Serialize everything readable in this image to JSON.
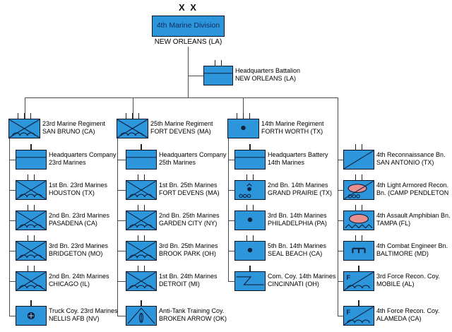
{
  "division": {
    "echelon_marker": "X X",
    "name": "4th Marine Division",
    "location": "NEW ORLEANS (LA)"
  },
  "hq_battalion": {
    "line1": "Headquarters Battalion",
    "line2": "NEW ORLEANS (LA)",
    "symbol": "headquarters",
    "ticks": 2
  },
  "columns": [
    {
      "name": "23rd-marine-regiment",
      "units": [
        {
          "row": 0,
          "ticks": 3,
          "symbol": "infantry-amphibious",
          "line1": "23rd Marine Regiment",
          "line2": "SAN BRUNO (CA)"
        },
        {
          "row": 1,
          "ticks": 1,
          "symbol": "headquarters",
          "line1": "Headquarters Company",
          "line2": "23rd Marines"
        },
        {
          "row": 2,
          "ticks": 2,
          "symbol": "infantry-amphibious",
          "line1": "1st Bn. 23rd Marines",
          "line2": "HOUSTON (TX)"
        },
        {
          "row": 3,
          "ticks": 2,
          "symbol": "infantry-amphibious",
          "line1": "2nd Bn. 23rd Marines",
          "line2": "PASADENA (CA)"
        },
        {
          "row": 4,
          "ticks": 2,
          "symbol": "infantry-amphibious",
          "line1": "3rd Bn. 23rd Marines",
          "line2": "BRIDGETON (MO)"
        },
        {
          "row": 5,
          "ticks": 2,
          "symbol": "infantry-amphibious",
          "line1": "2nd Bn. 24th Marines",
          "line2": "CHICAGO (IL)"
        },
        {
          "row": 6,
          "ticks": 1,
          "symbol": "truck",
          "line1": "Truck Coy. 23rd Marines",
          "line2": "NELLIS AFB (NV)"
        }
      ]
    },
    {
      "name": "25th-marine-regiment",
      "units": [
        {
          "row": 0,
          "ticks": 3,
          "symbol": "infantry-amphibious",
          "line1": "25th Marine Regiment",
          "line2": "FORT DEVENS (MA)"
        },
        {
          "row": 1,
          "ticks": 1,
          "symbol": "headquarters",
          "line1": "Headquarters Company",
          "line2": "25th Marines"
        },
        {
          "row": 2,
          "ticks": 2,
          "symbol": "infantry-amphibious",
          "line1": "1st Bn. 25th Marines",
          "line2": "FORT DEVENS (MA)"
        },
        {
          "row": 3,
          "ticks": 2,
          "symbol": "infantry-amphibious",
          "line1": "2nd Bn. 25th Marines",
          "line2": "GARDEN CITY (NY)"
        },
        {
          "row": 4,
          "ticks": 2,
          "symbol": "infantry-amphibious",
          "line1": "3rd Bn. 25th Marines",
          "line2": "BROOK PARK (OH)"
        },
        {
          "row": 5,
          "ticks": 2,
          "symbol": "infantry-amphibious",
          "line1": "1st Bn. 24th Marines",
          "line2": "DETROIT (MI)"
        },
        {
          "row": 6,
          "ticks": 1,
          "symbol": "anti-tank",
          "line1": "Anti-Tank Training Coy.",
          "line2": "BROKEN ARROW (OK)"
        }
      ]
    },
    {
      "name": "14th-marine-regiment",
      "units": [
        {
          "row": 0,
          "ticks": 3,
          "symbol": "artillery",
          "line1": "14th Marine Regiment",
          "line2": "FORTH WORTH (TX)"
        },
        {
          "row": 1,
          "ticks": 1,
          "symbol": "headquarters",
          "line1": "Headquarters Battery",
          "line2": "14th Marines"
        },
        {
          "row": 2,
          "ticks": 2,
          "symbol": "artillery-towed",
          "line1": "2nd Bn. 14th Marines",
          "line2": "GRAND PRAIRIE (TX)"
        },
        {
          "row": 3,
          "ticks": 2,
          "symbol": "artillery",
          "line1": "3rd Bn. 14th Marines",
          "line2": "PHILADELPHIA (PA)"
        },
        {
          "row": 4,
          "ticks": 2,
          "symbol": "artillery",
          "line1": "5th Bn. 14th Marines",
          "line2": "SEAL BEACH (CA)"
        },
        {
          "row": 5,
          "ticks": 1,
          "symbol": "signal",
          "line1": "Com. Coy. 14th Marines",
          "line2": "CINCINNATI (OH)"
        }
      ]
    },
    {
      "name": "division-troops",
      "units": [
        {
          "row": 1,
          "ticks": 2,
          "symbol": "reconnaissance",
          "line1": "4th Reconnaissance Bn.",
          "line2": "SAN ANTONIO (TX)"
        },
        {
          "row": 2,
          "ticks": 2,
          "symbol": "light-armored-recon",
          "line1": "4th Light Armored Recon.",
          "line2": "Bn. (CAMP PENDLETON"
        },
        {
          "row": 3,
          "ticks": 2,
          "symbol": "assault-amphibian",
          "line1": "4th Assault Amphibian Bn.",
          "line2": "TAMPA (FL)"
        },
        {
          "row": 4,
          "ticks": 2,
          "symbol": "engineer",
          "line1": "4th Combat Engineer Bn.",
          "line2": "BALTIMORE (MD)"
        },
        {
          "row": 5,
          "ticks": 1,
          "symbol": "force-recon",
          "line1": "3rd Force Recon. Coy.",
          "line2": "MOBILE (AL)"
        },
        {
          "row": 6,
          "ticks": 1,
          "symbol": "force-recon",
          "line1": "4th Force Recon. Coy.",
          "line2": "ALAMEDA (CA)"
        }
      ]
    }
  ],
  "colors": {
    "box_fill": "#2d95da",
    "box_border": "#0b1526",
    "glyph": "#0e2240",
    "armor_pink": "#e88f8f",
    "line": "#4a4a4a"
  }
}
